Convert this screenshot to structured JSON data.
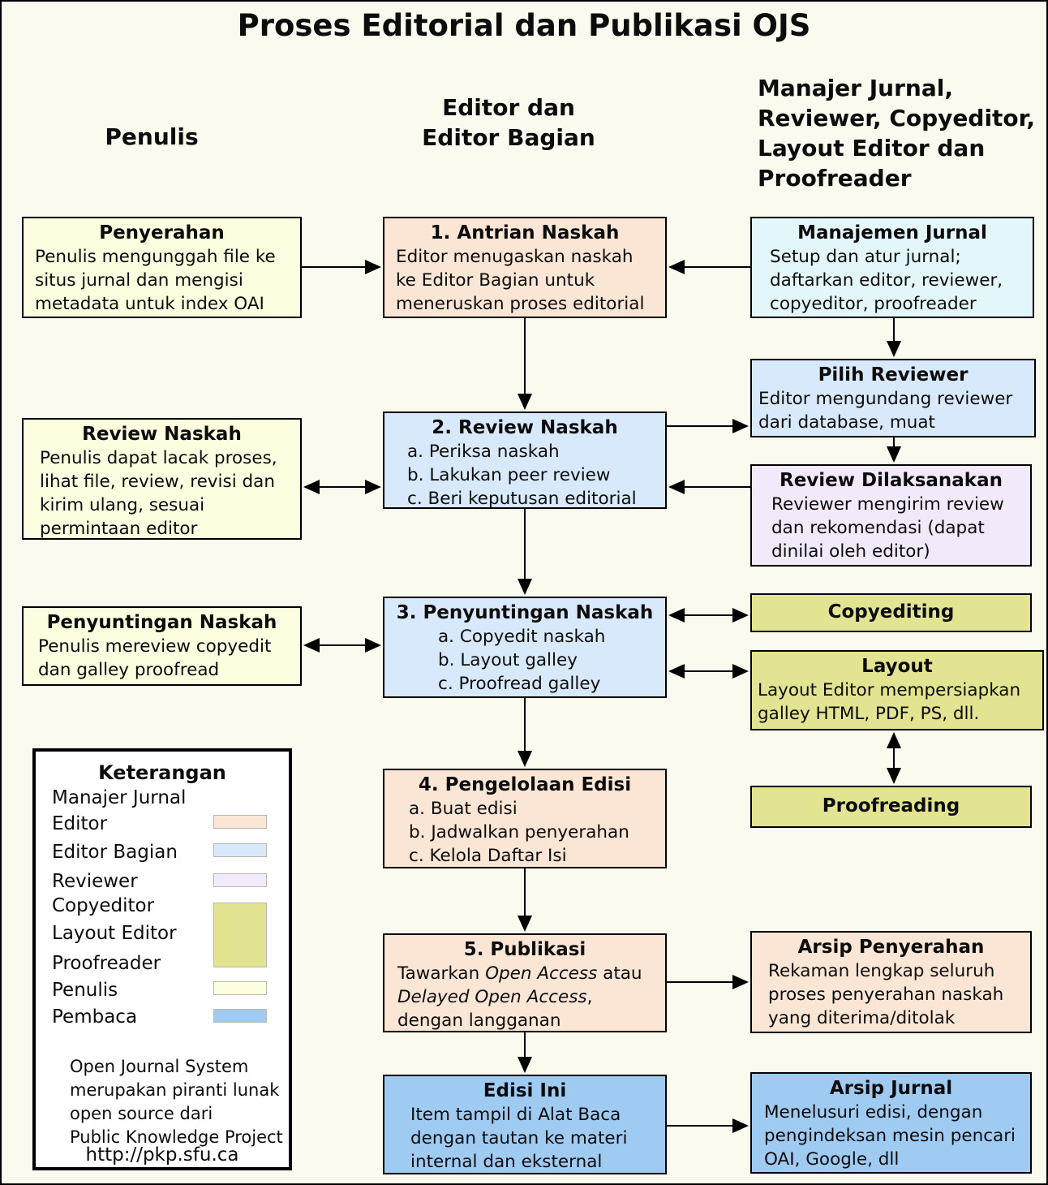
{
  "title": "Proses Editorial dan Publikasi OJS",
  "palette": {
    "page_bg": "#fafaef",
    "peach": "#fbe5d5",
    "light_yellow": "#fdfde0",
    "cyan": "#e3f6fa",
    "light_blue": "#d8e9fb",
    "lavender": "#f2eafb",
    "olive": "#e2e491",
    "bright_blue": "#9fcbf3",
    "legend_bg": "#ffffff"
  },
  "columns": {
    "penulis": "Penulis",
    "editor": [
      "Editor dan",
      "Editor Bagian"
    ],
    "others": [
      "Manajer Jurnal,",
      "Reviewer, Copyeditor,",
      "Layout Editor dan",
      "Proofreader"
    ]
  },
  "boxes": {
    "penyerahan": {
      "title": "Penyerahan",
      "body": [
        "Penulis mengunggah file ke",
        "situs jurnal dan mengisi",
        "metadata untuk index OAI"
      ]
    },
    "antrian_naskah": {
      "title": "1. Antrian Naskah",
      "body": [
        "Editor menugaskan naskah",
        "ke Editor Bagian untuk",
        "meneruskan proses editorial"
      ]
    },
    "manajemen_jurnal": {
      "title": "Manajemen Jurnal",
      "body": [
        "Setup dan atur jurnal;",
        "daftarkan editor, reviewer,",
        "copyeditor, proofreader"
      ]
    },
    "pilih_reviewer": {
      "title": "Pilih Reviewer",
      "body": [
        "Editor mengundang reviewer",
        "dari database, muat"
      ]
    },
    "review_naskah_penulis": {
      "title": "Review Naskah",
      "body": [
        "Penulis dapat lacak proses,",
        "lihat file, review, revisi dan",
        "kirim ulang, sesuai",
        "permintaan editor"
      ]
    },
    "review_naskah": {
      "title": "2. Review Naskah",
      "body": [
        "a. Periksa naskah",
        "b. Lakukan peer review",
        "c. Beri keputusan editorial"
      ]
    },
    "review_dilaksanakan": {
      "title": "Review Dilaksanakan",
      "body": [
        "Reviewer mengirim review",
        "dan rekomendasi (dapat",
        "dinilai oleh editor)"
      ]
    },
    "penyuntingan_penulis": {
      "title": "Penyuntingan Naskah",
      "body": [
        "Penulis mereview copyedit",
        "dan galley proofread"
      ]
    },
    "penyuntingan_naskah": {
      "title": "3. Penyuntingan Naskah",
      "body": [
        "a. Copyedit naskah",
        "b. Layout galley",
        "c. Proofread galley"
      ]
    },
    "copyediting": {
      "title": "Copyediting"
    },
    "layout": {
      "title": "Layout",
      "body": [
        "Layout Editor mempersiapkan",
        "galley HTML, PDF, PS, dll."
      ]
    },
    "proofreading": {
      "title": "Proofreading"
    },
    "pengelolaan_edisi": {
      "title": "4. Pengelolaan Edisi",
      "body": [
        "a. Buat edisi",
        "b. Jadwalkan penyerahan",
        "c. Kelola Daftar Isi"
      ]
    },
    "publikasi": {
      "title": "5. Publikasi",
      "body_segments": {
        "t1": "Tawarkan ",
        "i1": "Open Access",
        "t2": " atau",
        "i2": "Delayed Open Access",
        "t3": ",",
        "t4": "dengan langganan"
      }
    },
    "arsip_penyerahan": {
      "title": "Arsip Penyerahan",
      "body": [
        "Rekaman lengkap seluruh",
        "proses penyerahan naskah",
        "yang diterima/ditolak"
      ]
    },
    "edisi_ini": {
      "title": "Edisi Ini",
      "body": [
        "Item tampil di Alat Baca",
        "dengan tautan ke materi",
        "internal dan eksternal"
      ]
    },
    "arsip_jurnal": {
      "title": "Arsip Jurnal",
      "body": [
        "Menelusuri edisi, dengan",
        "pengindeksan mesin pencari",
        "OAI, Google, dll"
      ]
    }
  },
  "legend": {
    "title": "Keterangan",
    "rows": [
      {
        "label": "Manajer Jurnal",
        "color": null
      },
      {
        "label": "Editor",
        "color": "#fbe5d5"
      },
      {
        "label": "Editor Bagian",
        "color": "#d8e9fb"
      },
      {
        "label": "Reviewer",
        "color": "#f2eafb"
      },
      {
        "label": "Copyeditor",
        "color": "#e2e491"
      },
      {
        "label": "Layout Editor",
        "color": "#e2e491"
      },
      {
        "label": "Proofreader",
        "color": "#e2e491"
      },
      {
        "label": "Penulis",
        "color": "#fdfde0"
      },
      {
        "label": "Pembaca",
        "color": "#9fcbf3"
      }
    ],
    "note_lines": [
      "Open Journal System",
      "merupakan piranti lunak",
      "open source dari",
      "Public Knowledge Project"
    ],
    "url": "http://pkp.sfu.ca"
  }
}
